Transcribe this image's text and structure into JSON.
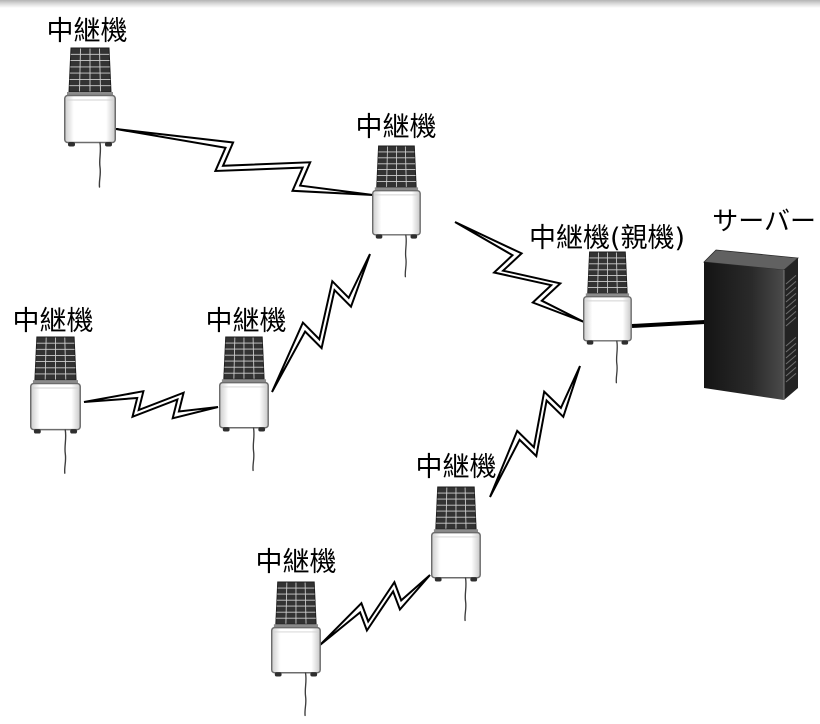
{
  "diagram": {
    "nodes": {
      "relay_top_left": {
        "label": "中継機",
        "icon": "relay-device-icon"
      },
      "relay_center": {
        "label": "中継機",
        "icon": "relay-device-icon"
      },
      "relay_master": {
        "label": "中継機(親機)",
        "icon": "relay-device-icon"
      },
      "server": {
        "label": "サーバー",
        "icon": "server-icon"
      },
      "relay_left": {
        "label": "中継機",
        "icon": "relay-device-icon"
      },
      "relay_mid_left": {
        "label": "中継機",
        "icon": "relay-device-icon"
      },
      "relay_lower_mid": {
        "label": "中継機",
        "icon": "relay-device-icon"
      },
      "relay_bottom": {
        "label": "中継機",
        "icon": "relay-device-icon"
      }
    }
  },
  "colors": {
    "line": "#000000",
    "bolt_fill": "#ffffff",
    "panel": "#333333",
    "housing": "#ffffff",
    "server": "#2a2a2a"
  }
}
